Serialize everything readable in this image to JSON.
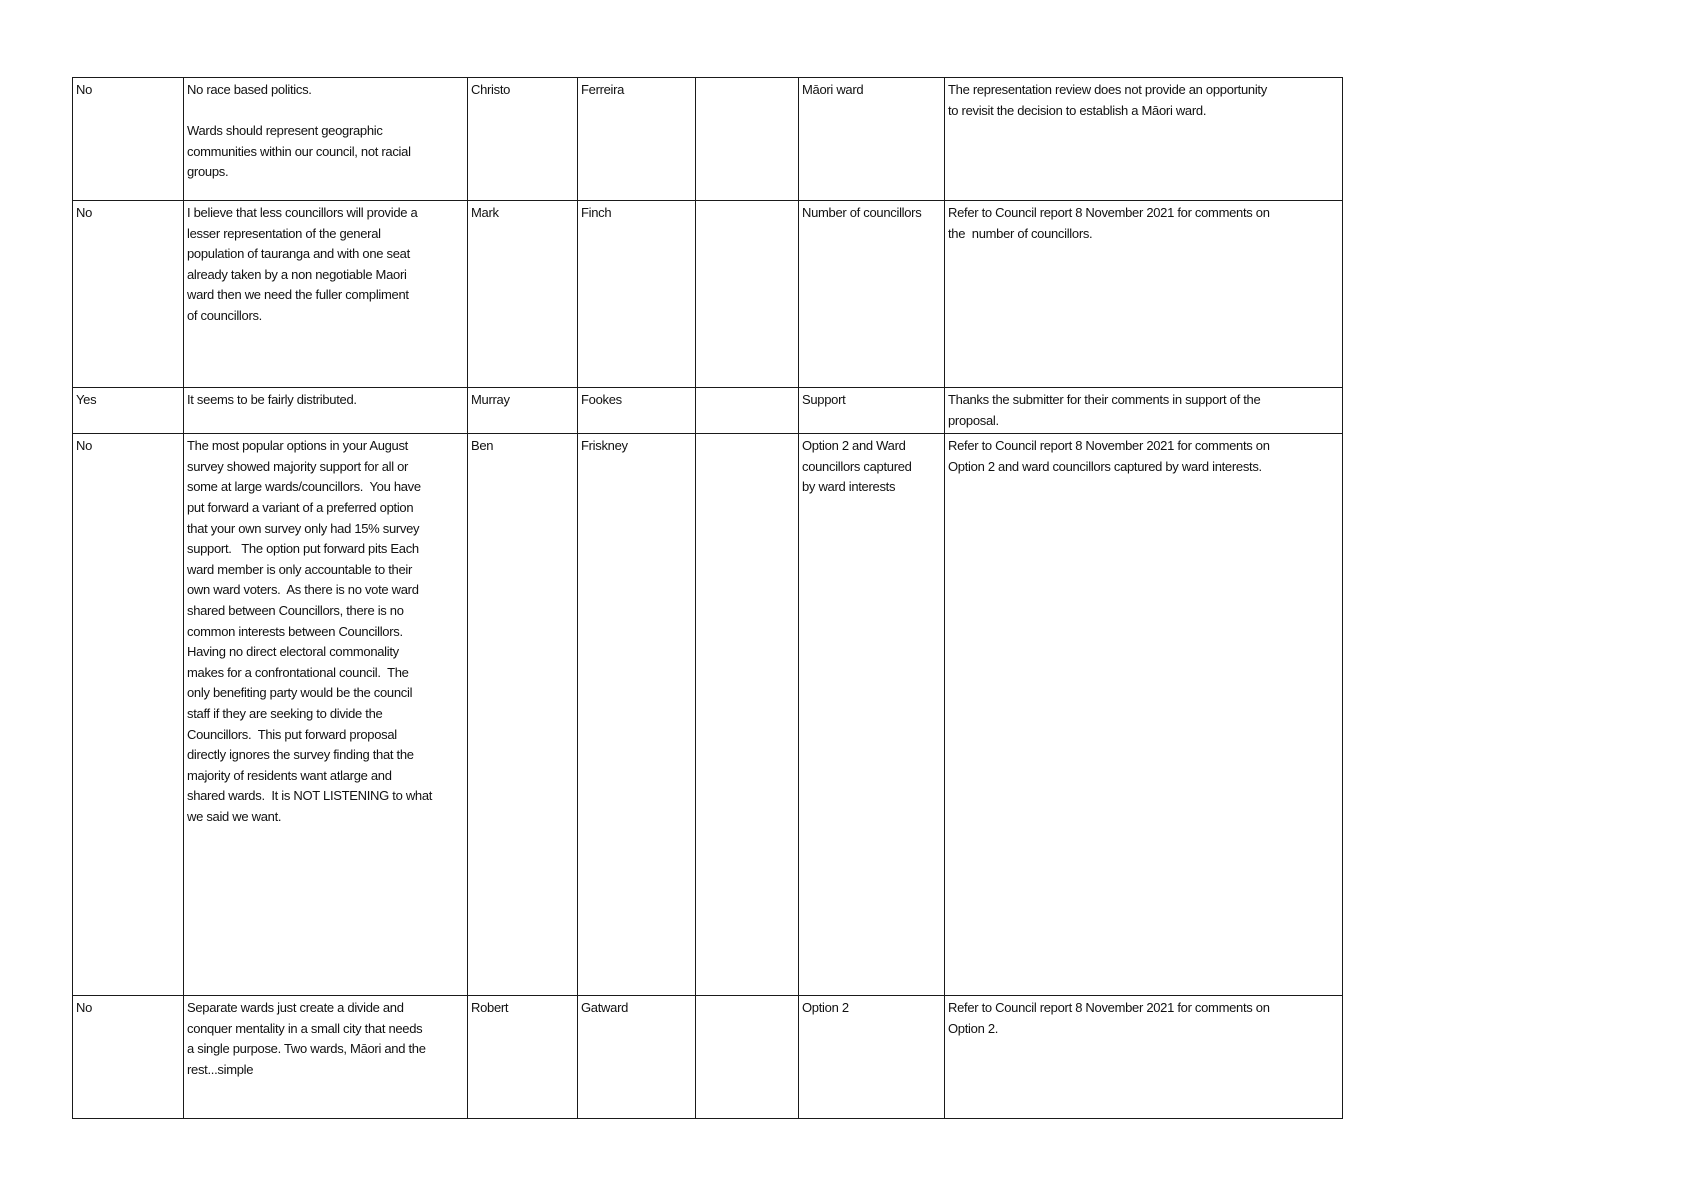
{
  "rows": [
    {
      "support": "No",
      "comment": "No race based politics.\n\nWards should represent geographic\ncommunities within our council, not racial\ngroups.",
      "first_name": "Christo",
      "last_name": "Ferreira",
      "organisation": "",
      "topic": "Māori ward",
      "response": "The representation review does not provide an opportunity\nto revisit the decision to establish a Māori ward."
    },
    {
      "support": "No",
      "comment": "I believe that less councillors will provide a\nlesser representation of the general\npopulation of tauranga and with one seat\nalready taken by a non negotiable Maori\nward then we need the fuller compliment\nof councillors.",
      "first_name": "Mark",
      "last_name": "Finch",
      "organisation": "",
      "topic": "Number of councillors",
      "response": "Refer to Council report 8 November 2021 for comments on\nthe  number of councillors."
    },
    {
      "support": "Yes",
      "comment": "It seems to be fairly distributed.",
      "first_name": "Murray",
      "last_name": "Fookes",
      "organisation": "",
      "topic": "Support",
      "response": "Thanks the submitter for their comments in support of the\nproposal."
    },
    {
      "support": "No",
      "comment": "The most popular options in your August\nsurvey showed majority support for all or\nsome at large wards/councillors.  You have\nput forward a variant of a preferred option\nthat your own survey only had 15% survey\nsupport.   The option put forward pits Each\nward member is only accountable to their\nown ward voters.  As there is no vote ward\nshared between Councillors, there is no\ncommon interests between Councillors.\nHaving no direct electoral commonality\nmakes for a confrontational council.  The\nonly benefiting party would be the council\nstaff if they are seeking to divide the\nCouncillors.  This put forward proposal\ndirectly ignores the survey finding that the\nmajority of residents want atlarge and\nshared wards.  It is NOT LISTENING to what\nwe said we want.",
      "first_name": "Ben",
      "last_name": "Friskney",
      "organisation": "",
      "topic": "Option 2 and Ward\ncouncillors captured\nby ward interests",
      "response": "Refer to Council report 8 November 2021 for comments on\nOption 2 and ward councillors captured by ward interests."
    },
    {
      "support": "No",
      "comment": "Separate wards just create a divide and\nconquer mentality in a small city that needs\na single purpose. Two wards, Māori and the\nrest...simple",
      "first_name": "Robert",
      "last_name": "Gatward",
      "organisation": "",
      "topic": "Option 2",
      "response": "Refer to Council report 8 November 2021 for comments on\nOption 2."
    }
  ]
}
